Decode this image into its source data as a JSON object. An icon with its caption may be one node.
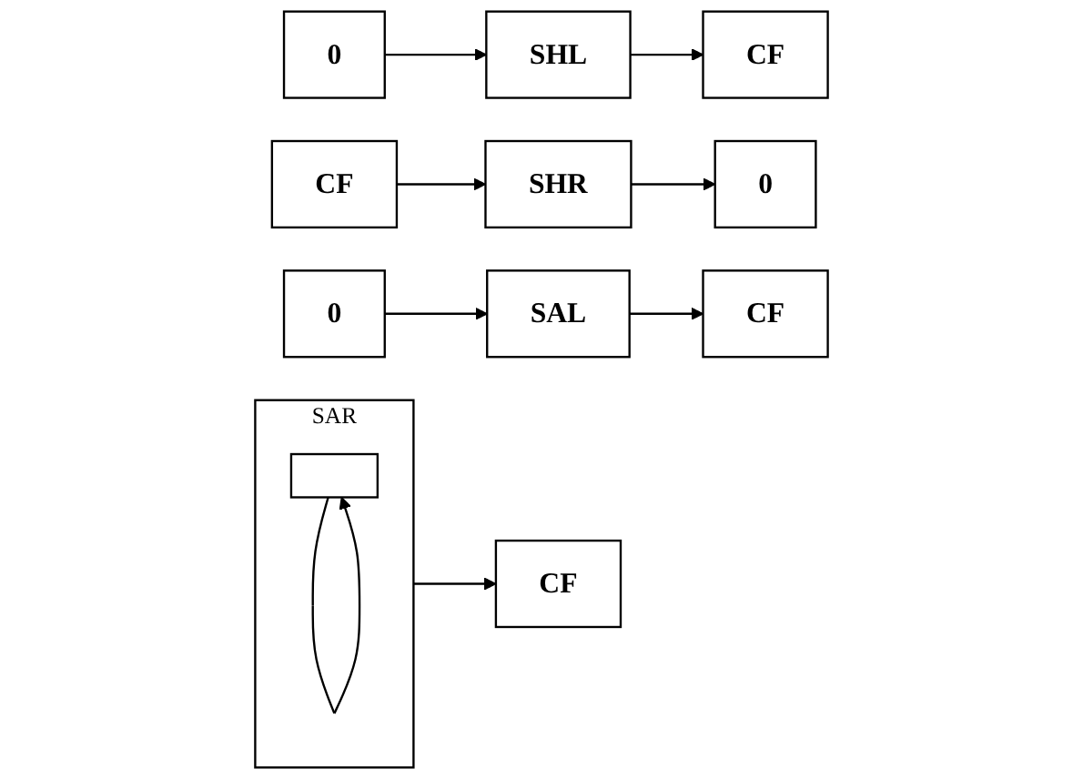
{
  "diagram": {
    "nodes": [
      {
        "text": [
          "CF"
        ]
      },
      {
        "text": [
          "SHL"
        ]
      },
      {
        "text": [
          "0"
        ]
      },
      {
        "text": [
          "CF"
        ]
      },
      {
        "text": [
          "SHR"
        ]
      },
      {
        "text": [
          "0"
        ]
      },
      {
        "text": [
          "CF"
        ]
      },
      {
        "text": [
          "SAL"
        ]
      },
      {
        "text": [
          "0"
        ]
      },
      {
        "text": [
          "SAR"
        ]
      },
      {
        "text": [],
        "shape": "box",
        "in": 9
      },
      {
        "text": [
          "CF"
        ]
      }
    ],
    "edges": [
      {
        "from": 1,
        "to": 0,
        "arrow": "to"
      },
      {
        "from": 2,
        "to": 1,
        "arrow": "to"
      },
      {
        "from": 3,
        "to": 4,
        "arrow": "to"
      },
      {
        "from": 4,
        "to": 5,
        "arrow": "to"
      },
      {
        "from": 7,
        "to": 6,
        "arrow": "to"
      },
      {
        "from": 8,
        "to": 7,
        "arrow": "to"
      },
      {
        "from": 10,
        "to": 10,
        "arrow": "to"
      },
      {
        "from": 9,
        "to": 11,
        "arrow": "to"
      }
    ]
  }
}
